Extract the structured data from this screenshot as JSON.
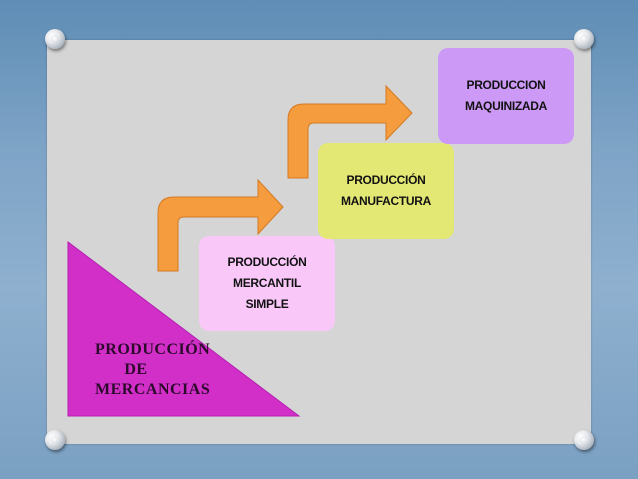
{
  "diagram": {
    "base": {
      "lines": [
        "PRODUCCIÓN",
        "DE",
        "MERCANCIAS"
      ],
      "color": "#d22fc9"
    },
    "steps": [
      {
        "lines": [
          "PRODUCCIÓN",
          "MERCANTIL",
          "SIMPLE"
        ],
        "color": "#f9c8f9"
      },
      {
        "lines": [
          "PRODUCCIÓN",
          "MANUFACTURA"
        ],
        "color": "#e3e875"
      },
      {
        "lines": [
          "PRODUCCION",
          "MAQUINIZADA"
        ],
        "color": "#cc99f7"
      }
    ],
    "arrow_color": "#f49c3e"
  },
  "background": {
    "frame_color": "#d5d5d5"
  }
}
